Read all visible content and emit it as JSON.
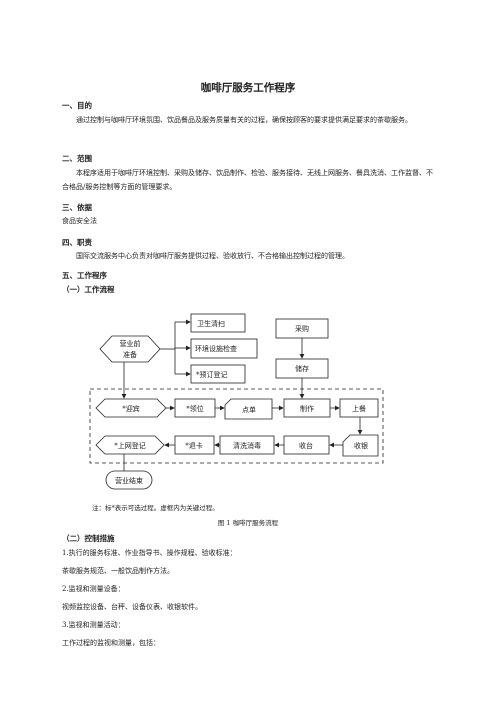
{
  "doc": {
    "title": "咖啡厅服务工作程序",
    "sections": {
      "s1_head": "一、目的",
      "s1_body": "通过控制与咖啡厅环境氛围、饮品餐品及服务质量有关的过程，确保按顾客的要求提供满足要求的茶歇服务。",
      "s2_head": "二、范围",
      "s2_body": "本程序适用于咖啡厅环境控制、采购及储存、饮品制作、检验、服务接待、无线上网服务、餐具洗消、工作监督、不合格品/服务控制等方面的管理要求。",
      "s3_head": "三、依据",
      "s3_body": "食品安全法",
      "s4_head": "四、职责",
      "s4_body": "国际交流服务中心负责对咖啡厅服务提供过程、验收放行、不合格输出控制过程的管理。",
      "s5_head": "五、工作程序",
      "s5_sub1": "（一）工作流程",
      "note": "注：标*表示可选过程。虚框内为关键过程。",
      "figure_caption": "图 1 咖啡厅服务流程",
      "s5_sub2": "（二）控制措施",
      "item1": "1.执行的服务标准、作业指导书、操作规程、验收标准：",
      "item1_body": "茶歇服务规范、一般饮品制作方法。",
      "item2": "2.监视和测量设备：",
      "item2_body": "视频监控设备、台秤、设备仪表、收银软件。",
      "item3": "3.监视和测量活动：",
      "item3_body": "工作过程的监视和测量，包括："
    }
  },
  "flow": {
    "prep": "营业前准备",
    "hygiene": "卫生清扫",
    "env_check": "环境设施检查",
    "booking": "*预订登记",
    "purchase": "采购",
    "storage": "储存",
    "welcome": "*迎宾",
    "seat": "*领位",
    "order": "点单",
    "make": "制作",
    "serve": "上餐",
    "wifi": "*上网登记",
    "card_return": "*退卡",
    "clean": "清洗消毒",
    "clear": "收台",
    "cashier": "收银",
    "close": "营业结束"
  }
}
